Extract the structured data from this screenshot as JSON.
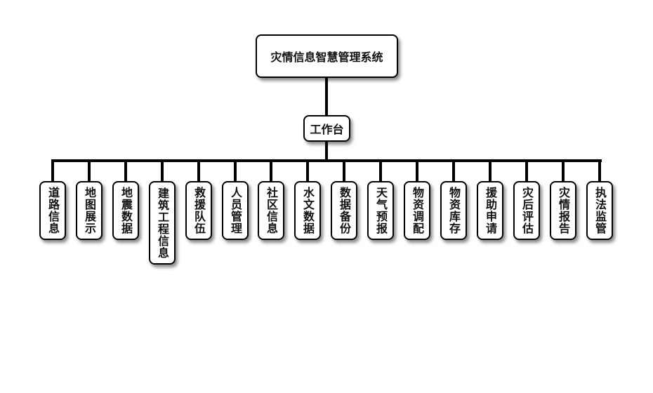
{
  "diagram": {
    "type": "org-tree",
    "root": {
      "label": "灾情信息智慧管理系统"
    },
    "hub": {
      "label": "工作台"
    },
    "children": [
      {
        "label": "道路信息"
      },
      {
        "label": "地图展示"
      },
      {
        "label": "地震数据"
      },
      {
        "label": "建筑工程信息"
      },
      {
        "label": "救援队伍"
      },
      {
        "label": "人员管理"
      },
      {
        "label": "社区信息"
      },
      {
        "label": "水文数据"
      },
      {
        "label": "数据备份"
      },
      {
        "label": "天气预报"
      },
      {
        "label": "物资调配"
      },
      {
        "label": "物资库存"
      },
      {
        "label": "援助申请"
      },
      {
        "label": "灾后评估"
      },
      {
        "label": "灾情报告"
      },
      {
        "label": "执法监管"
      }
    ]
  }
}
